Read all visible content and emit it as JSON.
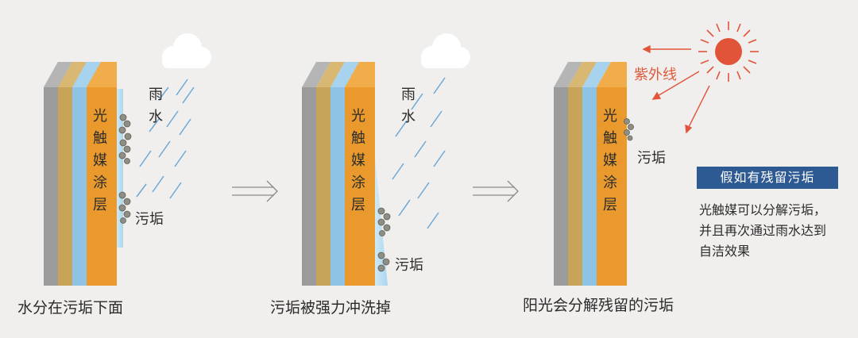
{
  "coating_label": "光触媒涂层",
  "rain_label": "雨水",
  "dirt_label": "污垢",
  "uv_label": "紫外线",
  "steps": [
    {
      "caption": "水分在污垢下面"
    },
    {
      "caption": "污垢被强力冲洗掉"
    },
    {
      "caption": "阳光会分解残留的污垢"
    }
  ],
  "side_note": {
    "title": "假如有残留污垢",
    "lines": [
      "光触媒可以分解污垢，",
      "并且再次通过雨水达到",
      "自洁效果"
    ]
  },
  "colors": {
    "background": "#f0efed",
    "gray_layer": "#9b9b9b",
    "tan_layer": "#c8a35a",
    "blue_layer": "#8fc3e6",
    "orange_layer": "#ea9a2c",
    "sun": "#e2543a",
    "badge": "#2e5a93",
    "rain": "#6aa8d8"
  }
}
